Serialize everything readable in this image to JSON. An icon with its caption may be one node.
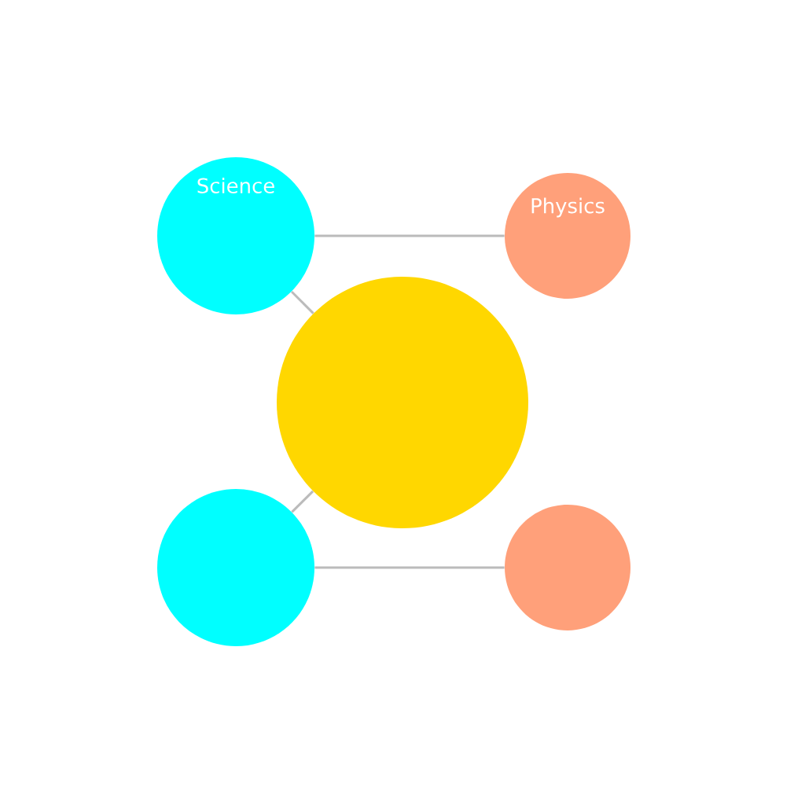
{
  "diagram": {
    "nodes": [
      {
        "text": [],
        "shape": "circle"
      },
      {
        "text": [
          "Science"
        ]
      },
      {
        "text": [
          "Physics"
        ]
      },
      {
        "text": [],
        "shape": "circle"
      },
      {
        "text": [],
        "shape": "circle"
      }
    ],
    "edges": [
      {
        "from": 0,
        "to": 1,
        "arrow": "none"
      },
      {
        "from": 0,
        "to": 3,
        "arrow": "none"
      },
      {
        "from": 1,
        "to": 2,
        "arrow": "none"
      },
      {
        "from": 3,
        "to": 4,
        "arrow": "none"
      }
    ]
  }
}
